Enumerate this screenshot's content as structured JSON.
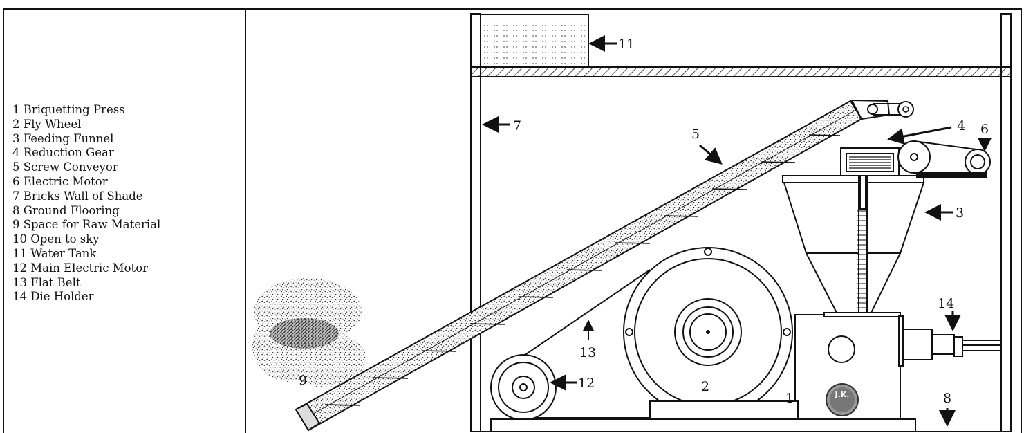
{
  "legend": [
    "1 Briquetting Press",
    "2 Fly Wheel",
    "3 Feeding Funnel",
    "4 Reduction Gear",
    "5 Screw Conveyor",
    "6 Electric Motor",
    "7 Bricks Wall of Shade",
    "8 Ground Flooring",
    "9 Space for Raw Material",
    "10 Open to sky",
    "11 Water Tank",
    "12 Main Electric Motor",
    "13 Flat Belt",
    "14 Die Holder"
  ],
  "callouts": {
    "c1": "1",
    "c2": "2",
    "c3": "3",
    "c4": "4",
    "c5": "5",
    "c6": "6",
    "c7": "7",
    "c8": "8",
    "c9": "9",
    "c11": "11",
    "c12": "12",
    "c13": "13",
    "c14": "14"
  },
  "logo": {
    "text": "J.K."
  },
  "colors": {
    "line": "#111111",
    "speckle": "#555555"
  }
}
